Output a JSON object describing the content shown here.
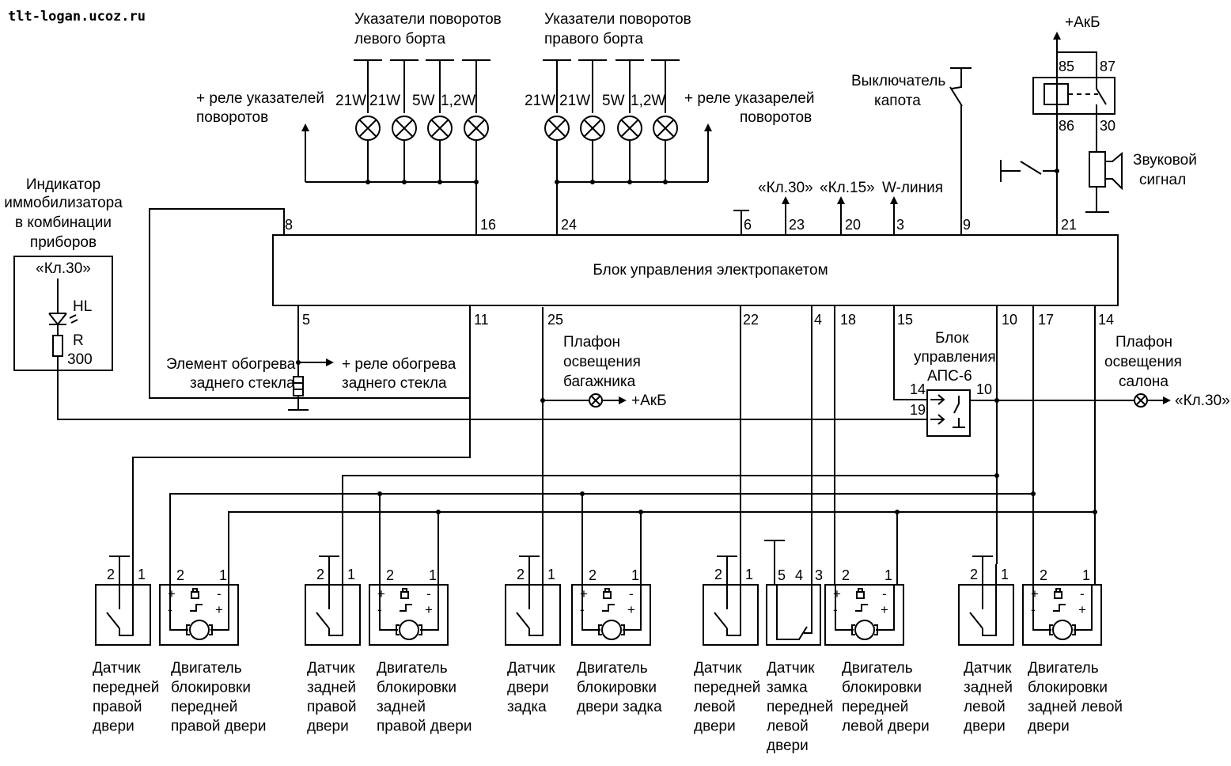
{
  "watermark": "tlt-logan.ucoz.ru",
  "ecu": {
    "title": "Блок управления электропакетом",
    "top_pins": [
      "8",
      "16",
      "24",
      "6",
      "23",
      "20",
      "3",
      "9",
      "21"
    ],
    "bottom_pins": [
      "5",
      "11",
      "25",
      "22",
      "4",
      "18",
      "15",
      "10",
      "17",
      "14"
    ]
  },
  "turn_left": {
    "title": [
      "Указатели поворотов",
      "левого борта"
    ],
    "lamps": [
      "21W",
      "21W",
      "5W",
      "1,2W"
    ],
    "relay": [
      "+ реле указателей",
      "поворотов"
    ]
  },
  "turn_right": {
    "title": [
      "Указатели поворотов",
      "правого борта"
    ],
    "lamps": [
      "21W",
      "21W",
      "5W",
      "1,2W"
    ],
    "relay": [
      "+ реле указарелей",
      "поворотов"
    ]
  },
  "signals": {
    "kl30": "«Кл.30»",
    "kl15": "«Кл.15»",
    "wline": "W-линия"
  },
  "hood_switch": [
    "Выключатель",
    "капота"
  ],
  "horn": {
    "supply": "+АкБ",
    "relay_pins": [
      "85",
      "87",
      "86",
      "30"
    ],
    "label": [
      "Звуковой",
      "сигнал"
    ]
  },
  "immobilizer": {
    "title": [
      "Индикатор",
      "иммобилизатора",
      "в комбинации",
      "приборов"
    ],
    "supply": "«Кл.30»",
    "hl": "HL",
    "r": "R",
    "r_value": "300"
  },
  "rear_heater": {
    "label": [
      "Элемент обогрева",
      "заднего стекла"
    ],
    "relay": [
      "+ реле обогрева",
      "заднего стекла"
    ]
  },
  "trunk_lamp": {
    "label": [
      "Плафон",
      "освещения",
      "багажника"
    ],
    "supply": "+АкБ"
  },
  "aps6": {
    "label": [
      "Блок",
      "управления",
      "АПС-6"
    ],
    "pins": [
      "14",
      "19",
      "10"
    ]
  },
  "cabin_lamp": {
    "label": [
      "Плафон",
      "освещения",
      "салона"
    ],
    "supply": "«Кл.30»"
  },
  "components": {
    "sensor_front_right": {
      "pins": [
        "2",
        "1"
      ],
      "label": [
        "Датчик",
        "передней",
        "правой",
        "двери"
      ]
    },
    "motor_front_right": {
      "pins": [
        "2",
        "1"
      ],
      "label": [
        "Двигатель",
        "блокировки",
        "передней",
        "правой двери"
      ]
    },
    "sensor_rear_right": {
      "pins": [
        "2",
        "1"
      ],
      "label": [
        "Датчик",
        "задней",
        "правой",
        "двери"
      ]
    },
    "motor_rear_right": {
      "pins": [
        "2",
        "1"
      ],
      "label": [
        "Двигатель",
        "блокировки",
        "задней",
        "правой двери"
      ]
    },
    "sensor_trunk": {
      "pins": [
        "2",
        "1"
      ],
      "label": [
        "Датчик",
        "двери",
        "задка"
      ]
    },
    "motor_trunk": {
      "pins": [
        "2",
        "1"
      ],
      "label": [
        "Двигатель",
        "блокировки",
        "двери задка"
      ]
    },
    "sensor_front_left": {
      "pins": [
        "2",
        "1"
      ],
      "label": [
        "Датчик",
        "передней",
        "левой",
        "двери"
      ]
    },
    "lock_sensor_front_left": {
      "pins": [
        "5",
        "4",
        "3"
      ],
      "label": [
        "Датчик",
        "замка",
        "передней",
        "левой",
        "двери"
      ]
    },
    "motor_front_left": {
      "pins": [
        "2",
        "1"
      ],
      "label": [
        "Двигатель",
        "блокировки",
        "передней",
        "левой двери"
      ]
    },
    "sensor_rear_left": {
      "pins": [
        "2",
        "1"
      ],
      "label": [
        "Датчик",
        "задней",
        "левой",
        "двери"
      ]
    },
    "motor_rear_left": {
      "pins": [
        "2",
        "1"
      ],
      "label": [
        "Двигатель",
        "блокировки",
        "задней левой",
        "двери"
      ]
    }
  },
  "motor_symbols": {
    "plus": "+",
    "minus": "-"
  }
}
